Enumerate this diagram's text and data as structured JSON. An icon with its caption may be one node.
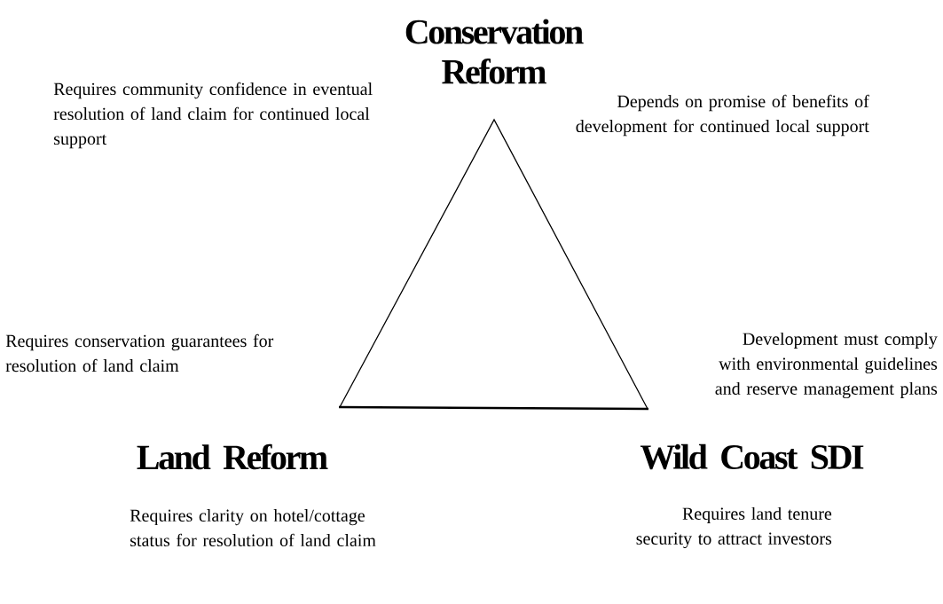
{
  "diagram": {
    "nodes": [
      {
        "text": [
          "Conservation Reform"
        ]
      },
      {
        "text": [
          "Land Reform"
        ],
        "beside": [
          "Requires clarity on hotel/cottage status for resolution of land claim"
        ]
      },
      {
        "text": [
          "Wild Coast SDI"
        ],
        "beside": [
          "Requires land tenure security to attract investors"
        ]
      }
    ],
    "labels": [
      "Requires community confidence in eventual resolution of land claim for continued local support",
      "Depends on promise of benefits of development for continued local support",
      "Requires conservation guarantees for resolution of land claim",
      "Development must comply with environmental guidelines and reserve management plans"
    ]
  }
}
